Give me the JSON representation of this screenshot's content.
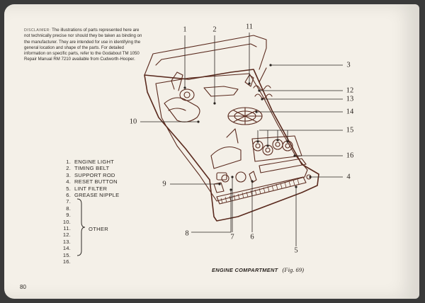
{
  "disclaimer": {
    "label": "DISCLAIMER:",
    "text": "The illustrations of parts represented here are not technically precise nor should they be taken as binding on the manufacturer.  They are intended for use in identifying the general location and shape of the parts.  For detailed information on specific parts, refer to the Godabout TM 1050 Repair Manual RM 7210 available from Cudworth-Hooper."
  },
  "parts": [
    {
      "num": "1.",
      "label": "ENGINE LIGHT"
    },
    {
      "num": "2.",
      "label": "TIMING BELT"
    },
    {
      "num": "3.",
      "label": "SUPPORT ROD"
    },
    {
      "num": "4.",
      "label": "RESET BUTTON"
    },
    {
      "num": "5.",
      "label": "LINT FILTER"
    },
    {
      "num": "6.",
      "label": "GREASE NIPPLE"
    },
    {
      "num": "7.",
      "label": ""
    },
    {
      "num": "8.",
      "label": ""
    },
    {
      "num": "9.",
      "label": ""
    },
    {
      "num": "10.",
      "label": ""
    },
    {
      "num": "11.",
      "label": ""
    },
    {
      "num": "12.",
      "label": ""
    },
    {
      "num": "13.",
      "label": ""
    },
    {
      "num": "14.",
      "label": ""
    },
    {
      "num": "15.",
      "label": ""
    },
    {
      "num": "16.",
      "label": ""
    }
  ],
  "other_label": "OTHER",
  "callouts": [
    "1",
    "2",
    "3",
    "4",
    "5",
    "6",
    "7",
    "8",
    "9",
    "10",
    "11",
    "12",
    "13",
    "14",
    "15",
    "16"
  ],
  "caption": {
    "title": "ENGINE COMPARTMENT",
    "fig": "(Fig. 69)"
  },
  "page_number": "80",
  "colors": {
    "ink": "#5a2a1e",
    "paper": "#f4f0e8",
    "text": "#2e2a26"
  }
}
